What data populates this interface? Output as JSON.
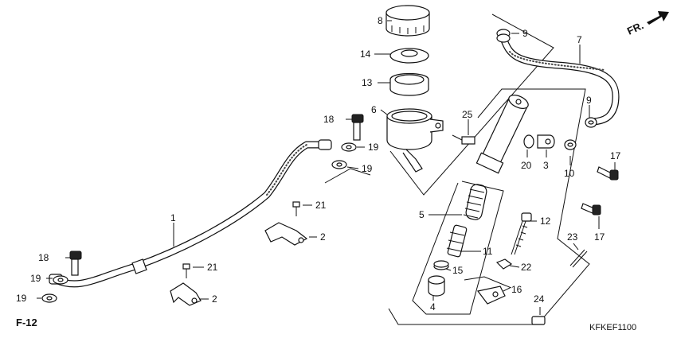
{
  "diagram": {
    "direction_label": "FR.",
    "ref_label": "F-12",
    "code": "KFKEF1100",
    "callouts": [
      {
        "id": "c1",
        "text": "1"
      },
      {
        "id": "c2a",
        "text": "2"
      },
      {
        "id": "c2b",
        "text": "2"
      },
      {
        "id": "c3",
        "text": "3"
      },
      {
        "id": "c4",
        "text": "4"
      },
      {
        "id": "c5",
        "text": "5"
      },
      {
        "id": "c6",
        "text": "6"
      },
      {
        "id": "c7",
        "text": "7"
      },
      {
        "id": "c8",
        "text": "8"
      },
      {
        "id": "c9a",
        "text": "9"
      },
      {
        "id": "c9b",
        "text": "9"
      },
      {
        "id": "c10",
        "text": "10"
      },
      {
        "id": "c11",
        "text": "11"
      },
      {
        "id": "c12",
        "text": "12"
      },
      {
        "id": "c13",
        "text": "13"
      },
      {
        "id": "c14",
        "text": "14"
      },
      {
        "id": "c15",
        "text": "15"
      },
      {
        "id": "c16",
        "text": "16"
      },
      {
        "id": "c17a",
        "text": "17"
      },
      {
        "id": "c17b",
        "text": "17"
      },
      {
        "id": "c18a",
        "text": "18"
      },
      {
        "id": "c18b",
        "text": "18"
      },
      {
        "id": "c19a",
        "text": "19"
      },
      {
        "id": "c19b",
        "text": "19"
      },
      {
        "id": "c19c",
        "text": "19"
      },
      {
        "id": "c19d",
        "text": "19"
      },
      {
        "id": "c20",
        "text": "20"
      },
      {
        "id": "c21a",
        "text": "21"
      },
      {
        "id": "c21b",
        "text": "21"
      },
      {
        "id": "c22",
        "text": "22"
      },
      {
        "id": "c23",
        "text": "23"
      },
      {
        "id": "c24",
        "text": "24"
      },
      {
        "id": "c25",
        "text": "25"
      }
    ]
  }
}
